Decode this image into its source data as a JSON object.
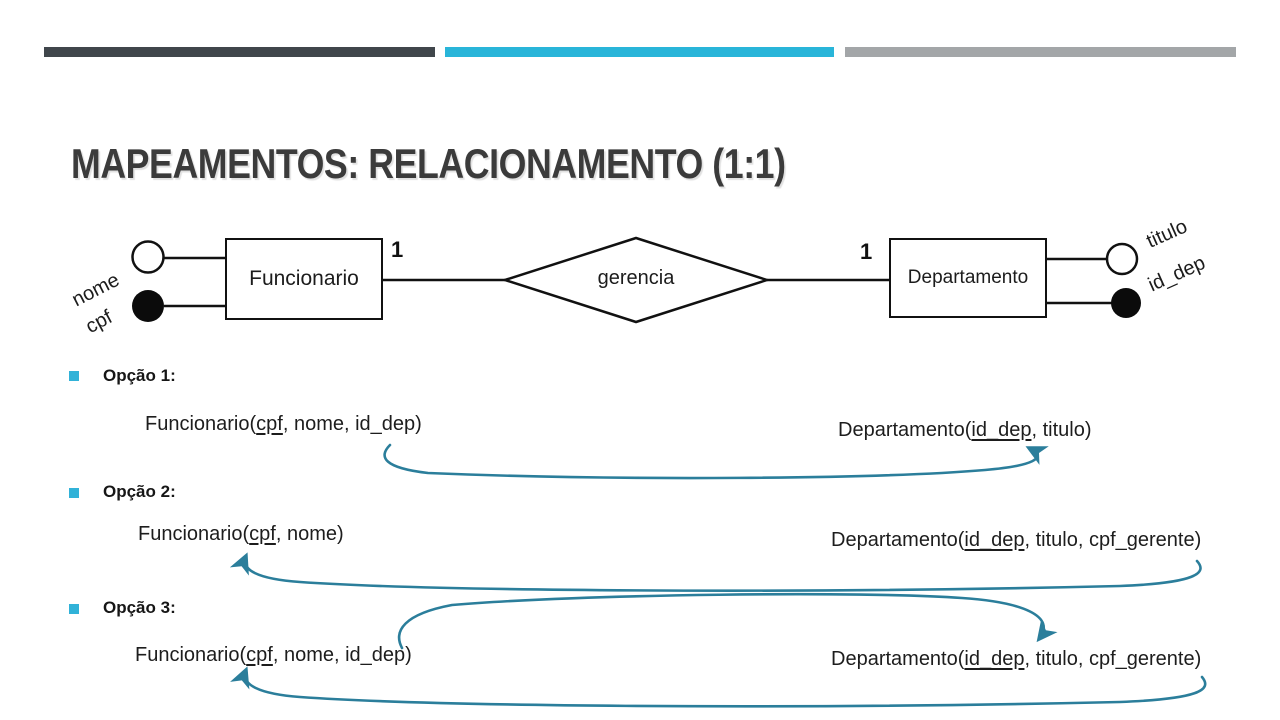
{
  "slide": {
    "title": "MAPEAMENTOS: RELACIONAMENTO (1:1)",
    "accent_colors": {
      "bar_dark": "#40464b",
      "bar_cyan": "#29b5d9",
      "bar_gray": "#a3a6a8",
      "bullet_cyan": "#31b2d8",
      "arrow_teal": "#2b7e9b"
    }
  },
  "diagram": {
    "entities": [
      {
        "name": "Funcionario"
      },
      {
        "name": "Departamento"
      }
    ],
    "relationship": {
      "name": "gerencia",
      "left_cardinality": "1",
      "right_cardinality": "1"
    },
    "attributes": [
      {
        "name": "nome",
        "key": false,
        "entity": "Funcionario"
      },
      {
        "name": "cpf",
        "key": true,
        "entity": "Funcionario"
      },
      {
        "name": "titulo",
        "key": false,
        "entity": "Departamento"
      },
      {
        "name": "id_dep",
        "key": true,
        "entity": "Departamento"
      }
    ]
  },
  "options": [
    {
      "label": "Opção 1:",
      "left": {
        "prefix": "Funcionario(",
        "key": "cpf",
        "suffix": ", nome, id_dep)"
      },
      "right": {
        "prefix": "Departamento(",
        "key": "id_dep",
        "suffix": ", titulo)"
      }
    },
    {
      "label": "Opção 2:",
      "left": {
        "prefix": "Funcionario(",
        "key": "cpf",
        "suffix": ", nome)"
      },
      "right": {
        "prefix": "Departamento(",
        "key": "id_dep",
        "suffix": ", titulo, cpf_gerente)"
      }
    },
    {
      "label": "Opção 3:",
      "left": {
        "prefix": "Funcionario(",
        "key": "cpf",
        "suffix": ", nome, id_dep)"
      },
      "right": {
        "prefix": "Departamento(",
        "key": "id_dep",
        "suffix": ", titulo, cpf_gerente)"
      }
    }
  ]
}
